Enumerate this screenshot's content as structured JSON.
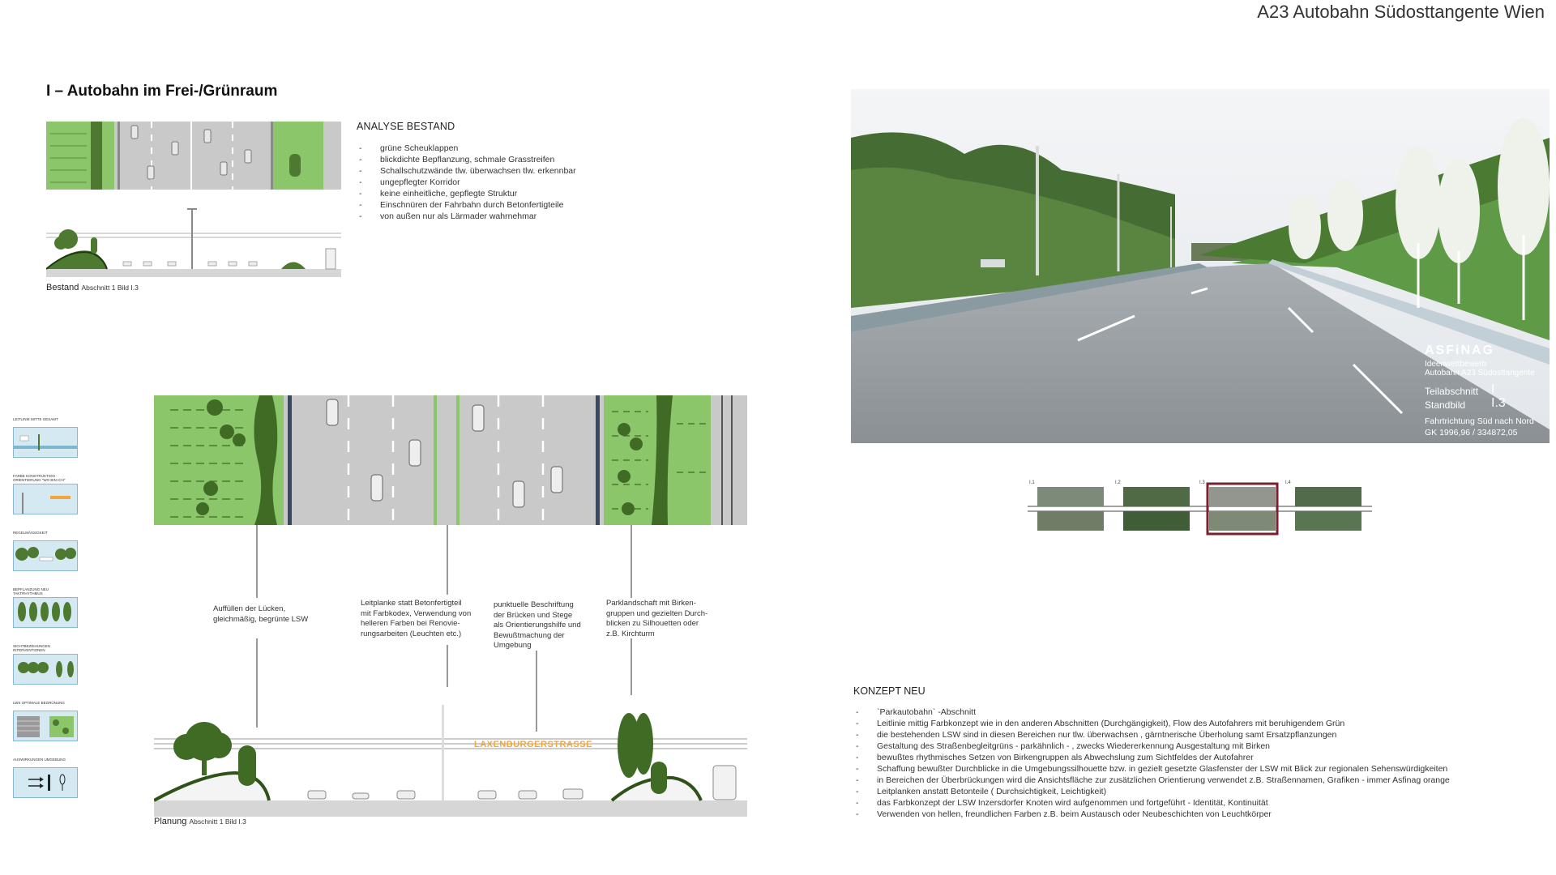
{
  "header": {
    "title": "A23 Autobahn Südosttangente Wien"
  },
  "section": {
    "title": "I – Autobahn im Frei-/Grünraum"
  },
  "analyse": {
    "title": "ANALYSE BESTAND",
    "items": [
      "grüne Scheuklappen",
      "blickdichte Bepflanzung, schmale Grasstreifen",
      "Schallschutzwände tlw. überwachsen tlw. erkennbar",
      "ungepflegter Korridor",
      "keine einheitliche, gepflegte Struktur",
      "Einschnüren der Fahrbahn durch Betonfertigteile",
      "von außen nur als Lärmader wahrnehmar"
    ]
  },
  "bestand": {
    "label": "Bestand",
    "sub": "Abschnitt 1 Bild I.3"
  },
  "planung": {
    "label": "Planung",
    "sub": "Abschnitt 1 Bild I.3"
  },
  "legend": [
    {
      "label": "LEITLINIE MITTE GESAMT"
    },
    {
      "label": "FARBE KONSTRUKTION ORIENTIERUNG \"WO BIN ICH\""
    },
    {
      "label": "REGELMÄSSIGKEIT"
    },
    {
      "label": "BEPFLANZUNG NEU TAKTRHYTHMUS"
    },
    {
      "label": "SICHTBEZIEHUNGEN INTERVENTIONEN"
    },
    {
      "label": "LWS OPTIMALE BEGRÜNUNG"
    },
    {
      "label": "AUSWIRKUNGEN UMGEBUNG"
    }
  ],
  "annotations": [
    "Auffüllen der Lücken,\ngleichmäßig, begrünte LSW",
    "Leitplanke statt Betonfertigteil\nmit Farbkodex, Verwendung von\nhelleren Farben bei Renovie-\nrungsarbeiten (Leuchten etc.)",
    "punktuelle Beschriftung\nder Brücken und Stege\nals Orientierungshilfe und\nBewußtmachung der\nUmgebung",
    "Parklandschaft mit Birken-\ngruppen und gezielten Durch-\nblicken zu Silhouetten oder\nz.B. Kirchturm"
  ],
  "street_sign": "LAXENBURGERSTRASSE",
  "photo": {
    "brand": "ASFiNAG",
    "subtitle1": "Ideenwettbewerb",
    "subtitle2": "Autobahn A23 Südosttangente",
    "teil_label": "Teilabschnitt",
    "teil_value": "I",
    "stand_label": "Standbild",
    "stand_value": "I.3",
    "direction": "Fahrtrichtung Süd nach Nord",
    "coords": "GK  1996,96 / 334872,05"
  },
  "thumbnails": [
    "I.1",
    "I.2",
    "I.3",
    "I.4"
  ],
  "konzept": {
    "title": "KONZEPT NEU",
    "items": [
      "`Parkautobahn` -Abschnitt",
      "Leitlinie mittig Farbkonzept wie in den anderen Abschnitten (Durchgängigkeit), Flow des Autofahrers mit beruhigendem Grün",
      "die bestehenden LSW sind in  diesen Bereichen nur tlw. überwachsen , gärntnerische Überholung samt Ersatzpflanzungen",
      "Gestaltung des Straßenbegleitgrüns - parkähnlich - , zwecks Wiedererkennung Ausgestaltung mit Birken",
      "bewußtes rhythmisches Setzen von Birkengruppen als Abwechslung zum Sichtfeldes der Autofahrer",
      "Schaffung bewußter Durchblicke in die Umgebungssilhouette bzw. in gezielt gesetzte Glasfenster der LSW mit Blick zur regionalen Sehenswürdigkeiten",
      "in Bereichen der Überbrückungen wird die Ansichtsfläche zur zusätzlichen Orientierung verwendet z.B. Straßennamen, Grafiken - immer Asfinag orange",
      "Leitplanken anstatt Betonteile ( Durchsichtigkeit, Leichtigkeit)",
      "das Farbkonzept der LSW Inzersdorfer Knoten wird aufgenommen und fortgeführt - Identität, Kontinuität",
      "Verwenden von hellen, freundlichen Farben z.B. beim Austausch oder Neubeschichten von Leuchtkörper"
    ]
  },
  "colors": {
    "grass": "#8cc66a",
    "dark_green": "#4d7a30",
    "road": "#c9c9c9",
    "orange": "#f2a53a",
    "legend_bg": "#d5e9f3"
  }
}
